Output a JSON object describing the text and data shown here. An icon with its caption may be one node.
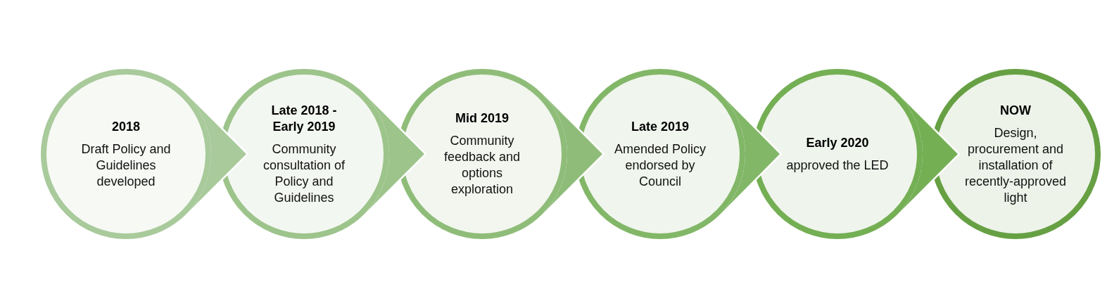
{
  "diagram": {
    "nodes": [
      {
        "text": [
          "2018",
          "Draft Policy and Guidelines developed"
        ]
      },
      {
        "text": [
          "Late 2018 - Early 2019",
          "Community consultation of Policy and Guidelines"
        ]
      },
      {
        "text": [
          "Mid 2019",
          "Community feedback and options exploration"
        ]
      },
      {
        "text": [
          "Late 2019",
          "Amended Policy endorsed by Council"
        ]
      },
      {
        "text": [
          "Early 2020",
          "approved the LED"
        ]
      },
      {
        "text": [
          "NOW",
          "Design, procurement and installation of recently-approved light"
        ]
      }
    ],
    "edges": [
      {
        "from": 0,
        "to": 1,
        "arrow": "to"
      },
      {
        "from": 1,
        "to": 2,
        "arrow": "to"
      },
      {
        "from": 2,
        "to": 3,
        "arrow": "to"
      },
      {
        "from": 3,
        "to": 4,
        "arrow": "to"
      },
      {
        "from": 4,
        "to": 5,
        "arrow": "to"
      }
    ]
  }
}
